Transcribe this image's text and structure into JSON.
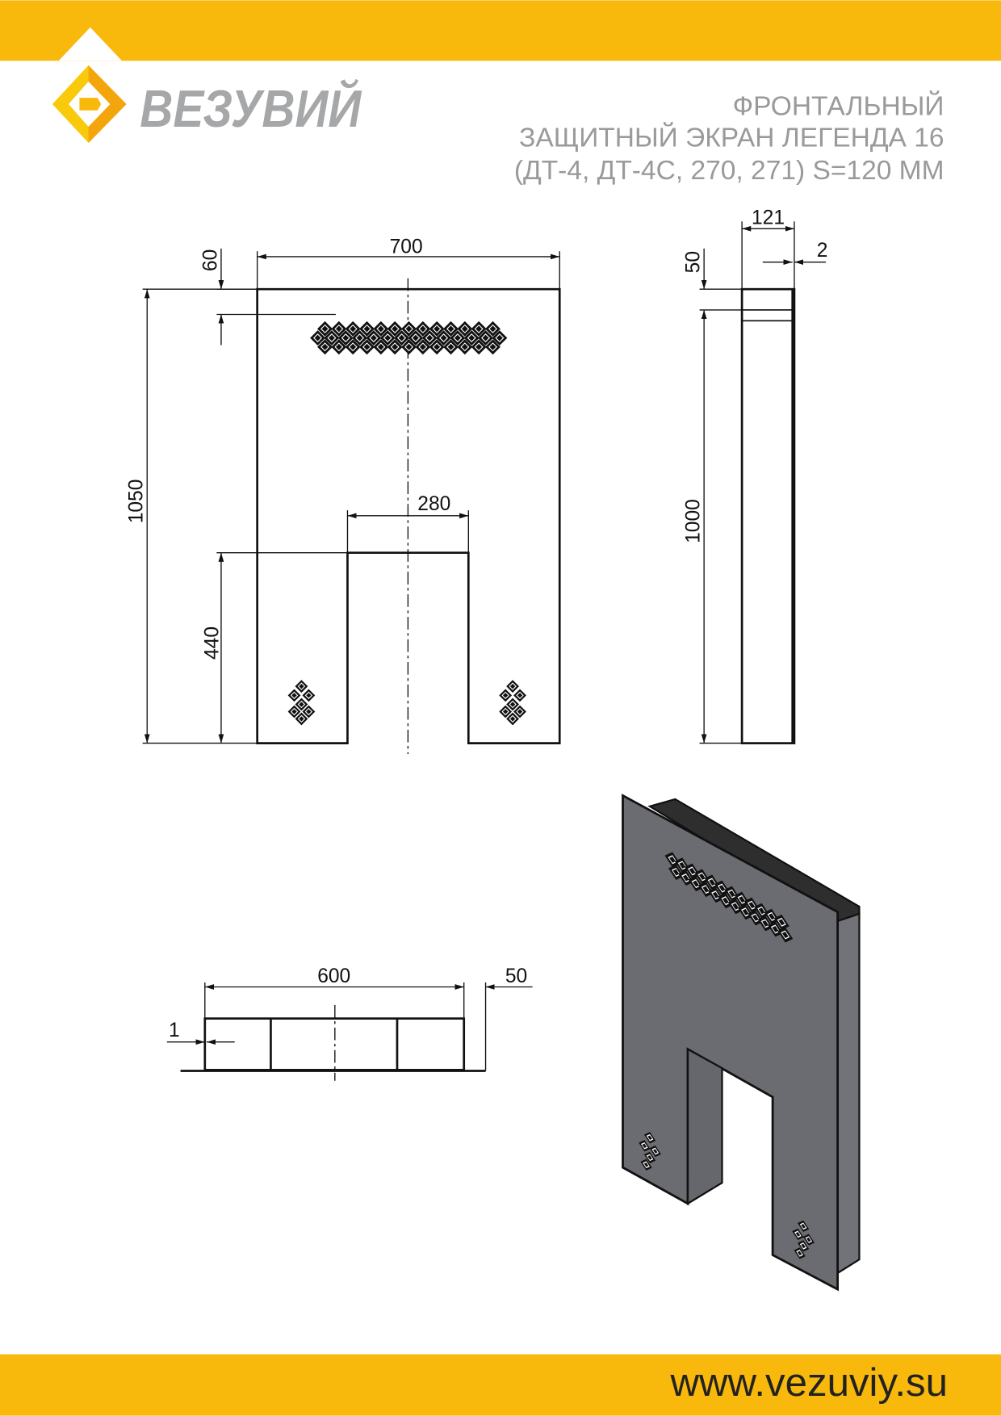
{
  "colors": {
    "brand": "#F9B80C",
    "logo_text": "#A6A7A9",
    "panel": "#6B6B72",
    "panel_edge": "#2E2E2E"
  },
  "header": {
    "logo_text": "ВЕЗУВИЙ",
    "title_lines": [
      "ФРОНТАЛЬНЫЙ",
      "ЗАЩИТНЫЙ ЭКРАН ЛЕГЕНДА 16",
      "(ДТ-4, ДТ-4С, 270, 271) S=120 ММ"
    ]
  },
  "front_view": {
    "width": "700",
    "top_offset": "60",
    "height": "1050",
    "opening_height": "440",
    "opening_width": "280"
  },
  "side_view": {
    "depth": "121",
    "thickness": "2",
    "top_offset": "50",
    "height": "1000"
  },
  "bottom_view": {
    "width": "600",
    "side": "50",
    "thickness": "1"
  },
  "footer": {
    "url": "www.vezuviy.su"
  }
}
